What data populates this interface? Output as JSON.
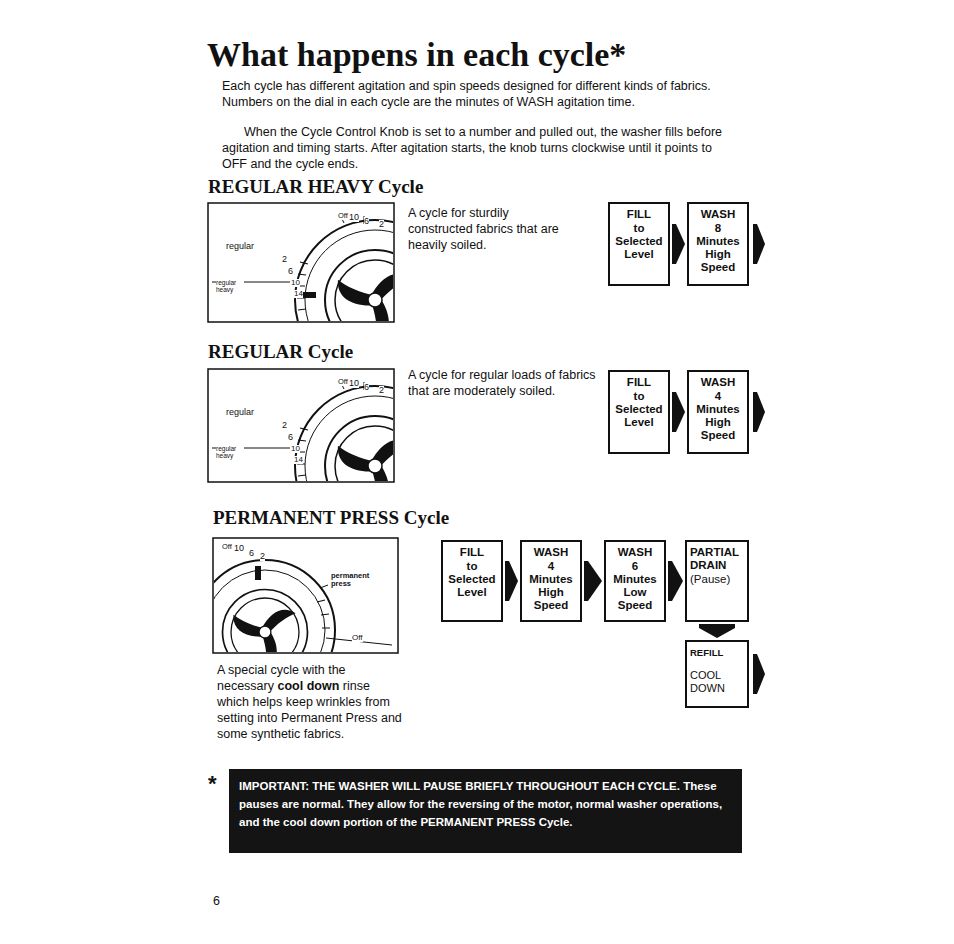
{
  "diagram": {
    "title": "What happens in each cycle*",
    "nodes": [
      {
        "text": [
          "FILL",
          "to Selected Level"
        ]
      },
      {
        "text": [
          "WASH",
          "8 Minutes High Speed"
        ]
      },
      {
        "text": [
          "FILL",
          "to Selected Level"
        ]
      },
      {
        "text": [
          "WASH",
          "4 Minutes High Speed"
        ]
      },
      {
        "text": [
          "FILL",
          "to Selected Level"
        ]
      },
      {
        "text": [
          "WASH",
          "4 Minutes High Speed"
        ]
      },
      {
        "text": [
          "WASH",
          "6 Minutes Low Speed"
        ]
      },
      {
        "text": [
          "PARTIAL DRAIN",
          "(Pause)"
        ]
      },
      {
        "text": [
          "REFILL",
          "COOL DOWN"
        ]
      },
      {
        "text": [
          "IMPORTANT: THE WASHER WILL PAUSE BRIEFLY THROUGHOUT EACH CYCLE.",
          "These pauses are normal. They allow for the reversing of the motor, normal washer operations, and the cool down portion of the PERMANENT PRESS Cycle."
        ]
      }
    ],
    "edges": [
      {
        "from": 0,
        "to": 1,
        "arrow": "to"
      },
      {
        "from": 2,
        "to": 3,
        "arrow": "to"
      },
      {
        "from": 4,
        "to": 5,
        "arrow": "to"
      },
      {
        "from": 5,
        "to": 6,
        "arrow": "to"
      },
      {
        "from": 6,
        "to": 7,
        "arrow": "to"
      },
      {
        "from": 7,
        "to": 8,
        "arrow": "to"
      }
    ],
    "labels": [
      "Each cycle has different agitation and spin speeds designed for different kinds of fabrics. Numbers on the dial in each cycle are the minutes of WASH agitation time.",
      "When the Cycle Control Knob is set to a number and pulled out, the washer fills before agitation and timing starts. After agitation starts, the knob turns clockwise until it points to OFF and the cycle ends.",
      "REGULAR HEAVY Cycle",
      "Off",
      "10",
      "6",
      "2",
      "regular",
      "2",
      "6",
      "10",
      "regular heavy",
      "14",
      "A cycle for sturdily constructed fabrics that are heavily soiled.",
      "REGULAR Cycle",
      "Off",
      "10",
      "6",
      "2",
      "regular",
      "2",
      "6",
      "10",
      "regular heavy",
      "14",
      "A cycle for regular loads of fabrics that are moderately soiled.",
      "PERMANENT PRESS Cycle",
      "Off",
      "10",
      "6",
      "2",
      "permanent press",
      "Off",
      "A special cycle with the necessary",
      "cool down",
      "rinse which helps keep wrinkles from setting into Permanent Press and some synthetic fabrics.",
      "*",
      "6"
    ]
  }
}
